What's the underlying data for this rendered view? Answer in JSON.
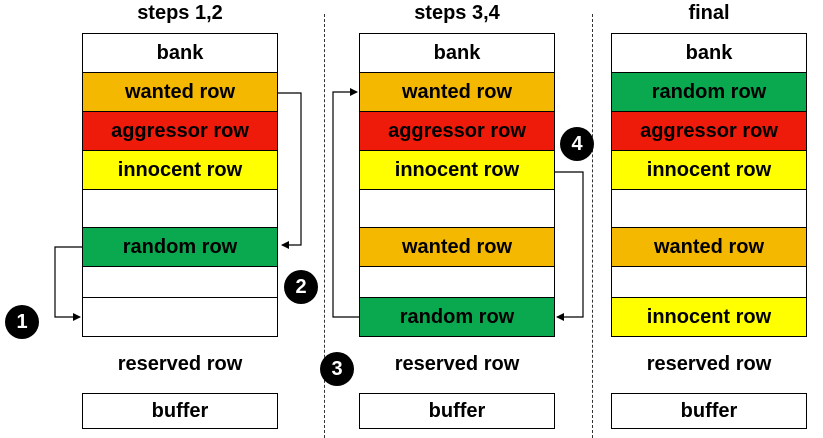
{
  "colors": {
    "bank": "#ffffff",
    "wanted": "#f5b800",
    "aggressor": "#ee1a0a",
    "innocent": "#ffff00",
    "random": "#0aa84f",
    "empty": "#ffffff"
  },
  "panels": [
    {
      "title": "steps 1,2",
      "rows": [
        {
          "label": "bank",
          "kind": "bank"
        },
        {
          "label": "wanted row",
          "kind": "wanted"
        },
        {
          "label": "aggressor row",
          "kind": "aggressor"
        },
        {
          "label": "innocent row",
          "kind": "innocent"
        },
        {
          "label": "",
          "kind": "empty"
        },
        {
          "label": "random row",
          "kind": "random"
        },
        {
          "label": "",
          "kind": "empty"
        },
        {
          "label": "",
          "kind": "empty"
        }
      ],
      "reserved": "reserved row",
      "buffer": "buffer"
    },
    {
      "title": "steps 3,4",
      "rows": [
        {
          "label": "bank",
          "kind": "bank"
        },
        {
          "label": "wanted row",
          "kind": "wanted"
        },
        {
          "label": "aggressor row",
          "kind": "aggressor"
        },
        {
          "label": "innocent row",
          "kind": "innocent"
        },
        {
          "label": "",
          "kind": "empty"
        },
        {
          "label": "wanted row",
          "kind": "wanted"
        },
        {
          "label": "",
          "kind": "empty"
        },
        {
          "label": "random row",
          "kind": "random"
        }
      ],
      "reserved": "reserved row",
      "buffer": "buffer"
    },
    {
      "title": "final",
      "rows": [
        {
          "label": "bank",
          "kind": "bank"
        },
        {
          "label": "random row",
          "kind": "random"
        },
        {
          "label": "aggressor row",
          "kind": "aggressor"
        },
        {
          "label": "innocent row",
          "kind": "innocent"
        },
        {
          "label": "",
          "kind": "empty"
        },
        {
          "label": "wanted row",
          "kind": "wanted"
        },
        {
          "label": "",
          "kind": "empty"
        },
        {
          "label": "innocent row",
          "kind": "innocent"
        }
      ],
      "reserved": "reserved row",
      "buffer": "buffer"
    }
  ],
  "steps": [
    "1",
    "2",
    "3",
    "4"
  ]
}
